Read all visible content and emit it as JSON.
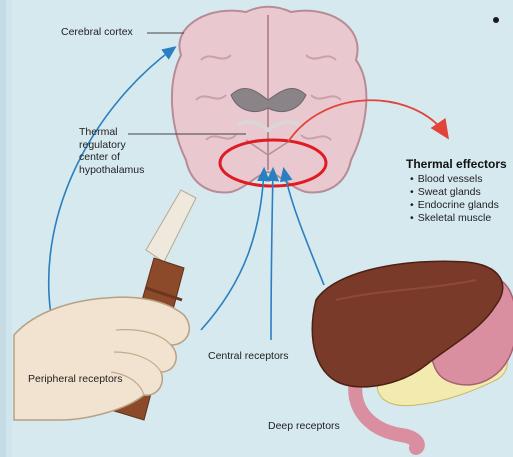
{
  "labels": {
    "cerebral_cortex": "Cerebral cortex",
    "thermal_center": [
      "Thermal",
      "regulatory",
      "center of",
      "hypothalamus"
    ],
    "central_receptors": "Central receptors",
    "peripheral_receptors": "Peripheral receptors",
    "deep_receptors": "Deep receptors"
  },
  "effectors": {
    "title": "Thermal effectors",
    "items": [
      "Blood vessels",
      "Sweat glands",
      "Endocrine glands",
      "Skeletal muscle"
    ]
  },
  "colors": {
    "background": "#d6e9ef",
    "afferent_arrow": "#2a7fc1",
    "efferent_arrow": "#e0443a",
    "highlight_ring": "#e01b24",
    "brain": "#e9c9cf",
    "liver": "#7a3a2a",
    "stomach": "#d98fa0"
  },
  "icons": [
    "brain-illustration",
    "hand-with-thermometer-illustration",
    "liver-stomach-illustration"
  ]
}
